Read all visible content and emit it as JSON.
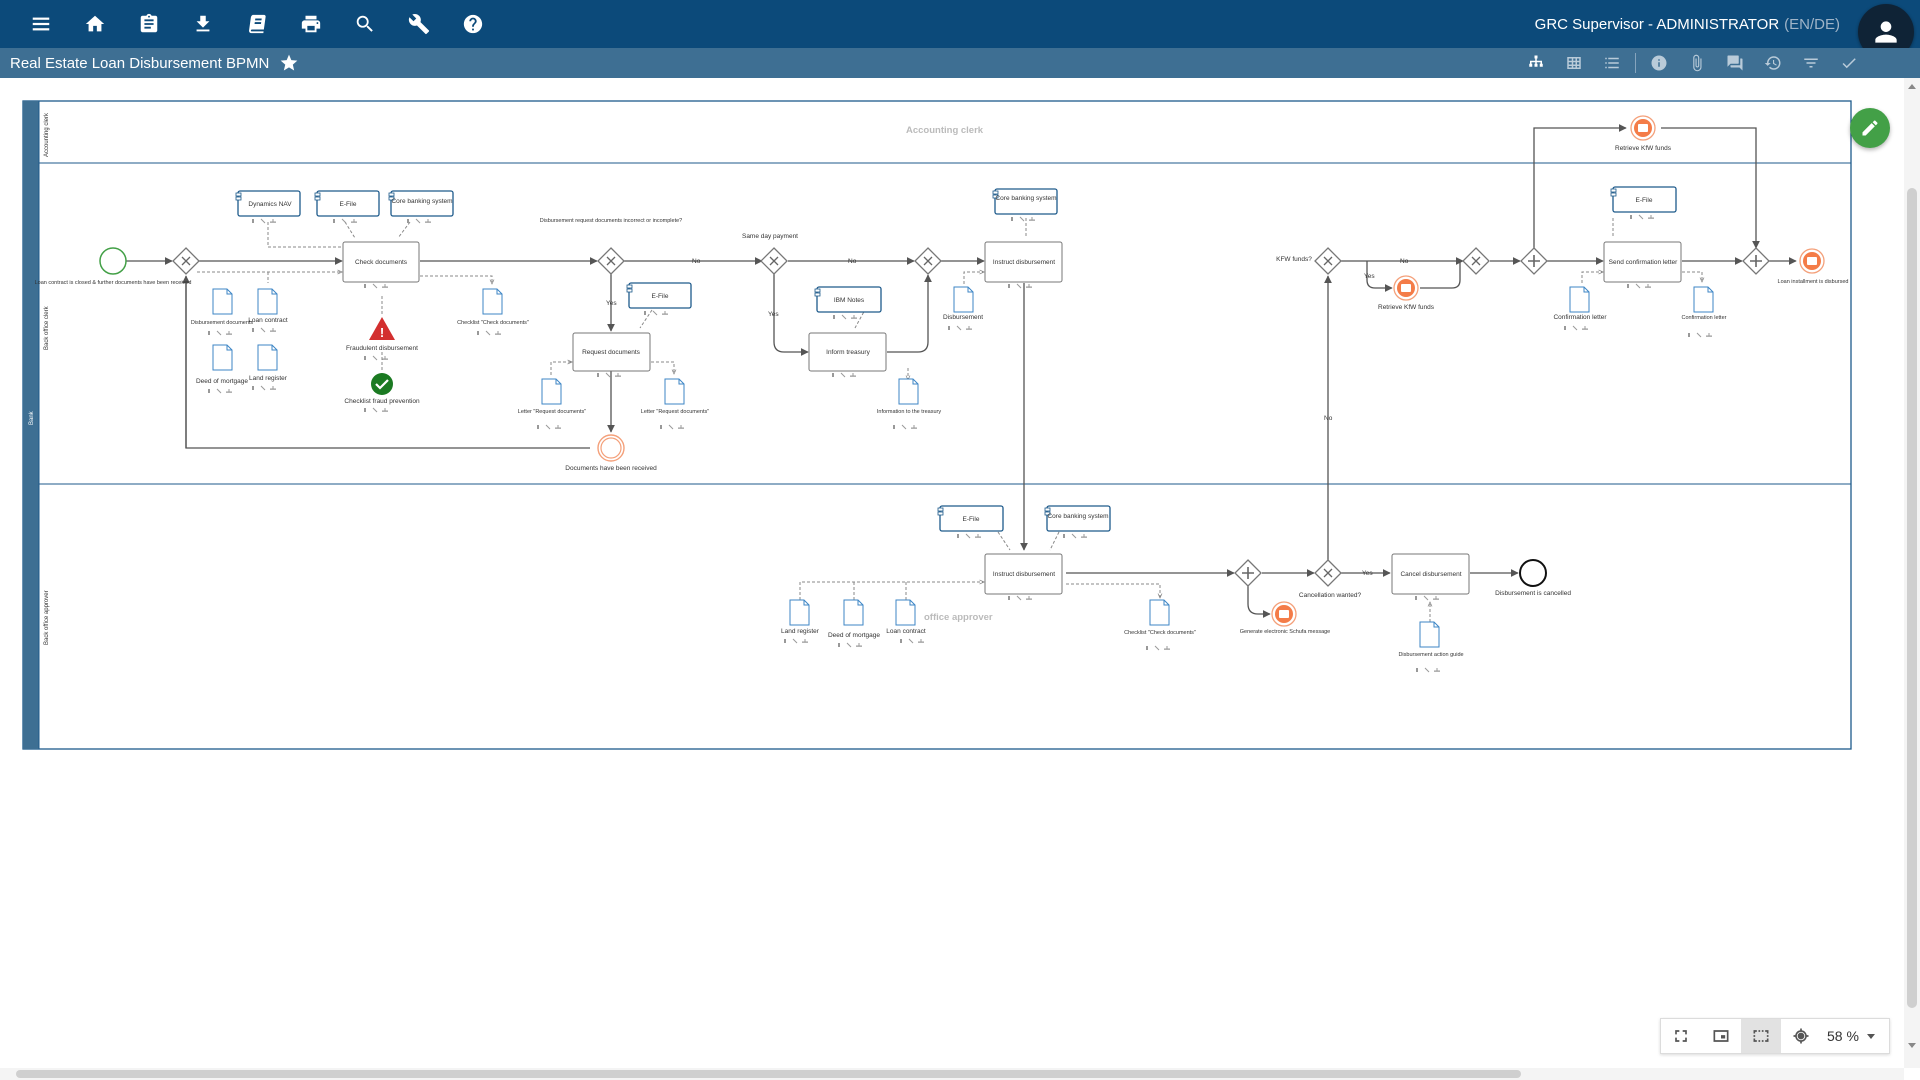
{
  "toolbar": {
    "icons": [
      "menu-icon",
      "home-icon",
      "clipboard-icon",
      "download-icon",
      "book-icon",
      "print-icon",
      "search-icon",
      "wrench-icon",
      "help-icon"
    ],
    "user_name": "GRC Supervisor - ADMINISTRATOR",
    "language": "(EN/DE)"
  },
  "subbar": {
    "title": "Real Estate Loan Disbursement BPMN",
    "tools": [
      "hierarchy-icon",
      "table-icon",
      "list-icon",
      "info-icon",
      "attachment-icon",
      "comments-icon",
      "history-icon",
      "filter-icon",
      "check-icon"
    ]
  },
  "zoom": {
    "value": "58 %",
    "controls": [
      "fullscreen-icon",
      "fit-page-icon",
      "fit-selection-icon",
      "center-icon"
    ]
  },
  "diagram": {
    "pool": "Bank",
    "lanes": {
      "accounting": "Accounting clerk",
      "backoffice_clerk": "Back office clerk",
      "backoffice_approver": "Back office approver",
      "approver_watermark": "office approver"
    },
    "systems": {
      "dynamics_nav": "Dynamics NAV",
      "efile": "E-File",
      "core_banking": "Core banking system",
      "ibm_notes": "IBM Notes"
    },
    "tasks": {
      "check_documents": "Check documents",
      "request_documents": "Request documents",
      "inform_treasury": "Inform treasury",
      "instruct_disbursement": "Instruct disbursement",
      "send_confirmation": "Send confirmation letter",
      "cancel_disbursement": "Cancel disbursement"
    },
    "events": {
      "start": "Loan contract is closed & further documents have been received",
      "docs_received": "Documents have been received",
      "retrieve_kfw_top": "Retrieve KfW funds",
      "retrieve_kfw_mid": "Retrieve KfW funds",
      "installment_disbursed": "Loan installment is disbursed",
      "generate_schufa": "Generate electronic Schufa message",
      "cancelled": "Disbursement is cancelled"
    },
    "gateways": {
      "docs_incorrect": "Disbursement request documents incorrect or incomplete?",
      "same_day": "Same day payment",
      "kfw": "KFW funds?",
      "cancellation": "Cancellation wanted?"
    },
    "flow_labels": {
      "yes": "Yes",
      "no": "No"
    },
    "risks": {
      "fraud": "Fraudulent disbursement",
      "checklist_fraud": "Checklist fraud prevention"
    },
    "documents": {
      "disbursement_docs": "Disbursement documents",
      "loan_contract": "Loan contract",
      "deed_of_mortgage": "Deed of mortgage",
      "land_register": "Land register",
      "checklist_check": "Checklist \"Check documents\"",
      "letter_request": "Letter \"Request documents\"",
      "information_treasury": "Information to the treasury",
      "disbursement": "Disbursement",
      "confirmation_letter": "Confirmation letter",
      "disbursement_guide": "Disbursement action guide"
    }
  }
}
